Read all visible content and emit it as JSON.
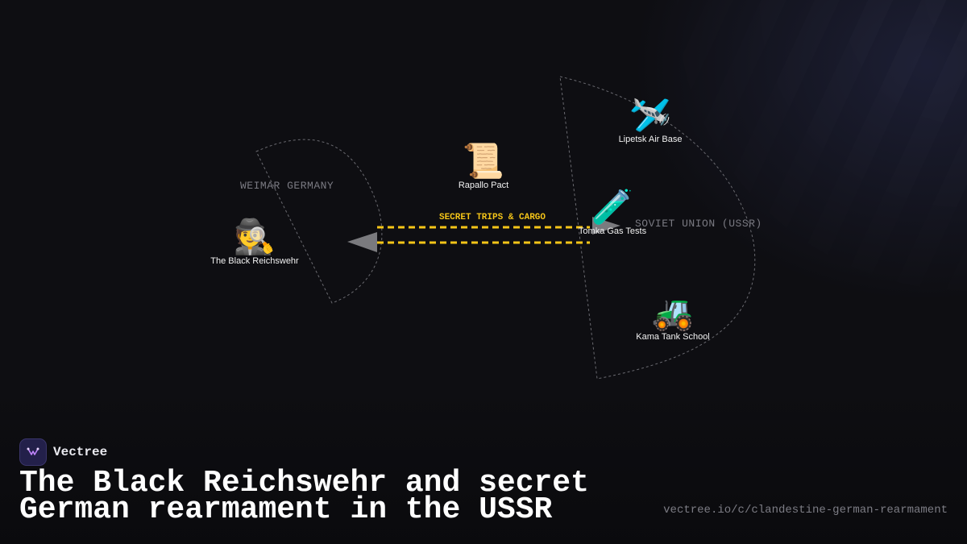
{
  "regions": {
    "weimar": "WEIMAR GERMANY",
    "ussr": "SOVIET UNION (USSR)"
  },
  "nodes": {
    "reichswehr": {
      "icon": "detective-icon",
      "glyph": "🕵️",
      "label": "The Black Reichswehr"
    },
    "rapallo": {
      "icon": "scroll-icon",
      "glyph": "📜",
      "label": "Rapallo Pact"
    },
    "lipetsk": {
      "icon": "airplane-icon",
      "glyph": "🛩️",
      "label": "Lipetsk Air Base"
    },
    "tomka": {
      "icon": "test-tube-icon",
      "glyph": "🧪",
      "label": "Tomka Gas Tests"
    },
    "kama": {
      "icon": "tractor-icon",
      "glyph": "🚜",
      "label": "Kama Tank School"
    }
  },
  "route": {
    "label": "SECRET TRIPS & CARGO",
    "color": "#f5c518"
  },
  "brand": {
    "name": "Vectree",
    "logo": "vectree-logo-icon",
    "accent": "#c084fc"
  },
  "title": "The Black Reichswehr and secret German rearmament in the USSR",
  "url": "vectree.io/c/clandestine-german-rearmament",
  "colors": {
    "background": "#0e0e12",
    "boundary": "#6a6a70",
    "arrowhead": "#7a7a7e"
  }
}
